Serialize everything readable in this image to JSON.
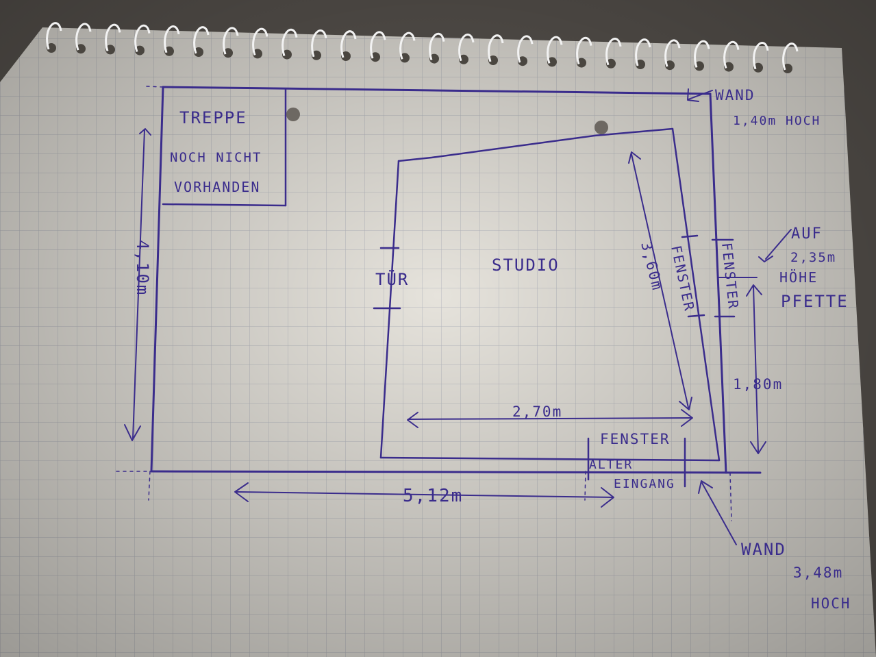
{
  "labels": {
    "treppe": "TREPPE",
    "noch_nicht": "NOCH NICHT",
    "vorhanden": "VORHANDEN",
    "studio": "STUDIO",
    "tuer": "TÜR",
    "fenster_right_inner": "FENSTER",
    "fenster_right_outer": "FENSTER",
    "fenster_bottom": "FENSTER",
    "alter": "ALTER",
    "eingang": "EINGANG",
    "wand_top": "WAND",
    "wand_top_height": "1,40m HOCH",
    "auf": "AUF",
    "auf_height": "2,35m",
    "hoehe": "HÖHE",
    "pfette": "PFETTE",
    "wand_bottom": "WAND",
    "wand_bottom_height": "3,48m",
    "hoch": "HOCH"
  },
  "dimensions": {
    "left_height": "4,10m",
    "bottom_width": "5,12m",
    "studio_width": "2,70m",
    "studio_diagonal": "3,60m",
    "right_segment": "1,80m"
  },
  "colors": {
    "ink": "#3a2c8c",
    "paper": "#e6e3dc",
    "grid": "#b7b9c0"
  }
}
